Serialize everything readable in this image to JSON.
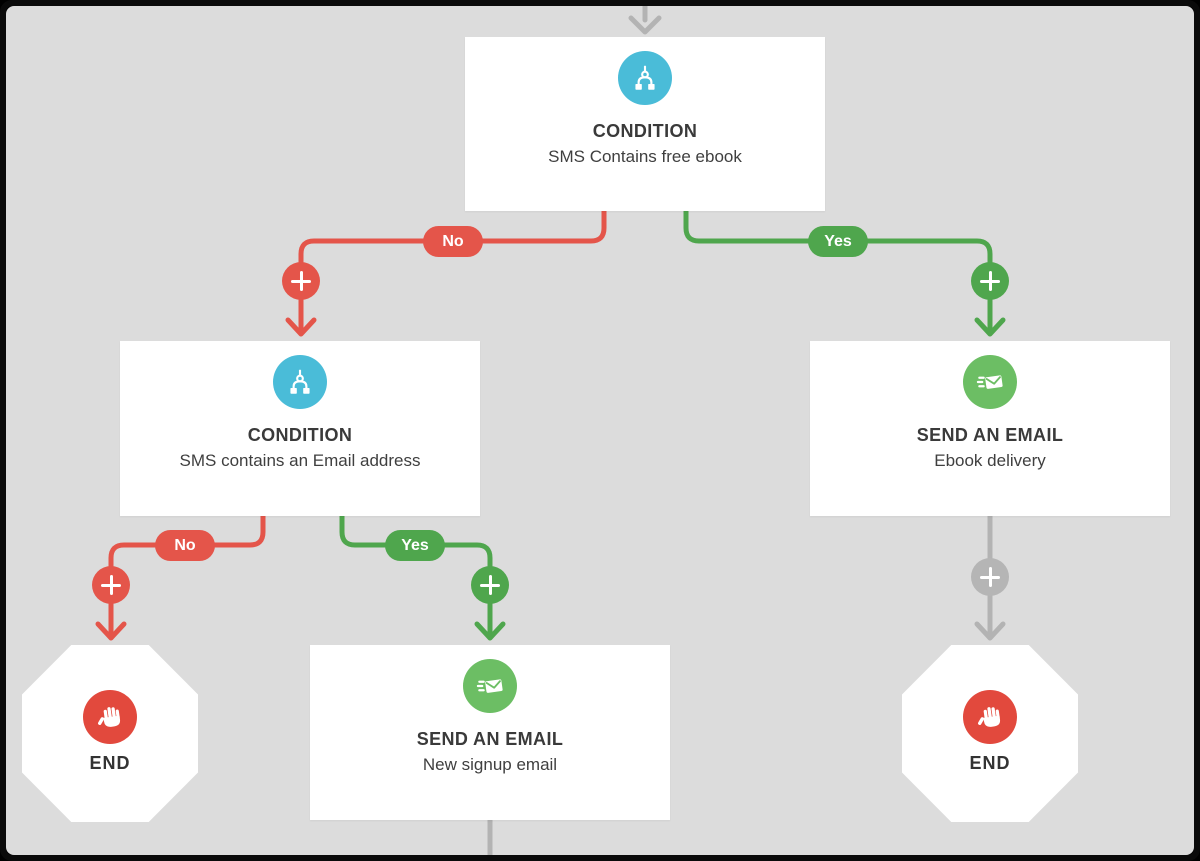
{
  "diagram": {
    "background_color": "#dcdcdc",
    "frame_color": "#0a0a0a"
  },
  "colors": {
    "branch_no_red": "#e4554a",
    "branch_yes_green": "#4fa64d",
    "connector_gray": "#b3b3b3",
    "condition_icon_bg": "#4abcd8",
    "email_icon_bg": "#6cbe64",
    "end_icon_bg": "#e2493d",
    "node_bg": "#ffffff",
    "text": "#3a3a3a"
  },
  "connector_labels": {
    "no": "No",
    "yes": "Yes"
  },
  "nodes": {
    "condition_top": {
      "type": "CONDITION",
      "detail": "SMS Contains free ebook",
      "icon": "branch-split-icon"
    },
    "condition_left": {
      "type": "CONDITION",
      "detail": "SMS contains an Email address",
      "icon": "branch-split-icon"
    },
    "email_right": {
      "type": "SEND AN EMAIL",
      "detail": "Ebook delivery",
      "icon": "send-email-icon"
    },
    "email_middle": {
      "type": "SEND AN EMAIL",
      "detail": "New signup email",
      "icon": "send-email-icon"
    },
    "end_left": {
      "label": "END",
      "icon": "stop-hand-icon"
    },
    "end_right": {
      "label": "END",
      "icon": "stop-hand-icon"
    }
  }
}
